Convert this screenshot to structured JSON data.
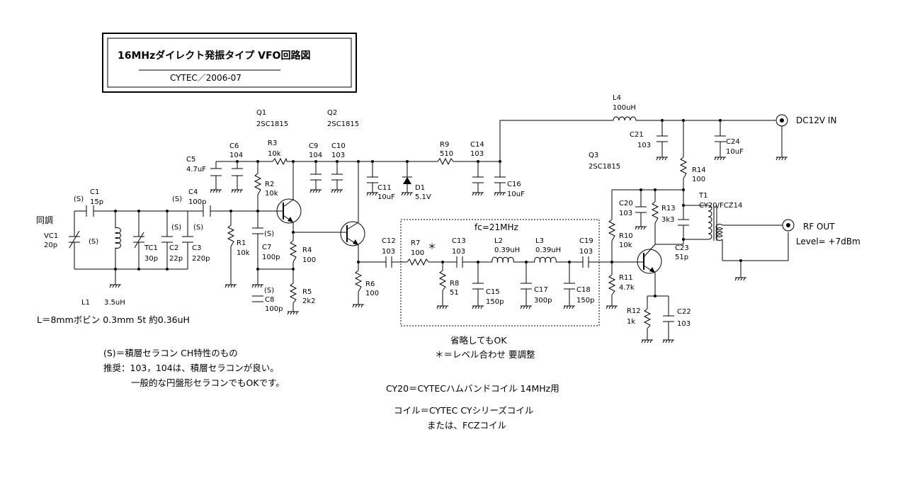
{
  "title": {
    "main": "16MHzダイレクト発振タイプ  VFO回路図",
    "sub": "CYTEC／2006-07"
  },
  "ports": {
    "tune": "同調",
    "dc_in": "DC12V IN",
    "rf_out": "RF OUT",
    "level": "Level= +7dBm"
  },
  "filter_box": {
    "fc": "fc=21MHz",
    "note1": "省略してもOK",
    "note2": "＊＝レベル合わせ  要調整",
    "asterisk": "＊"
  },
  "transistors": {
    "q1_name": "Q1",
    "q1_part": "2SC1815",
    "q2_name": "Q2",
    "q2_part": "2SC1815",
    "q3_name": "Q3",
    "q3_part": "2SC1815"
  },
  "components": {
    "C1": "C1",
    "C1v": "15p",
    "C2": "C2",
    "C2v": "22p",
    "C3": "C3",
    "C3v": "220p",
    "C4": "C4",
    "C4v": "100p",
    "C5": "C5",
    "C5v": "4.7uF",
    "C6": "C6",
    "C6v": "104",
    "C7": "C7",
    "C7v": "100p",
    "C8": "C8",
    "C8v": "100p",
    "C9": "C9",
    "C9v": "104",
    "C10": "C10",
    "C10v": "103",
    "C11": "C11",
    "C11v": "10uF",
    "C12": "C12",
    "C12v": "103",
    "C13": "C13",
    "C13v": "103",
    "C14": "C14",
    "C14v": "103",
    "C15": "C15",
    "C15v": "150p",
    "C16": "C16",
    "C16v": "10uF",
    "C17": "C17",
    "C17v": "300p",
    "C18": "C18",
    "C18v": "150p",
    "C19": "C19",
    "C19v": "103",
    "C20": "C20",
    "C20v": "103",
    "C21": "C21",
    "C21v": "103",
    "C22": "C22",
    "C22v": "103",
    "C23": "C23",
    "C23v": "51p",
    "C24": "C24",
    "C24v": "10uF",
    "R1": "R1",
    "R1v": "10k",
    "R2": "R2",
    "R2v": "10k",
    "R3": "R3",
    "R3v": "10k",
    "R4": "R4",
    "R4v": "100",
    "R5": "R5",
    "R5v": "2k2",
    "R6": "R6",
    "R6v": "100",
    "R7": "R7",
    "R7v": "100",
    "R8": "R8",
    "R8v": "51",
    "R9": "R9",
    "R9v": "510",
    "R10": "R10",
    "R10v": "10k",
    "R11": "R11",
    "R11v": "4.7k",
    "R12": "R12",
    "R12v": "1k",
    "R13": "R13",
    "R13v": "3k3",
    "R14": "R14",
    "R14v": "100",
    "L1": "L1",
    "L1v": "3.5uH",
    "L2": "L2",
    "L2v": "0.39uH",
    "L3": "L3",
    "L3v": "0.39uH",
    "L4": "L4",
    "L4v": "100uH",
    "VC1": "VC1",
    "VC1v": "20p",
    "TC1": "TC1",
    "TC1v": "30p",
    "D1": "D1",
    "D1v": "5.1V",
    "T1": "T1",
    "T1v": "CY20/FCZ14",
    "S": "(S)"
  },
  "notes": {
    "coil": "L＝8mmボビン  0.3mm  5t  約0.36uH",
    "s_def": "(S)＝積層セラコン  CH特性のもの",
    "rec1": "推奨：103，104は、積層セラコンが良い。",
    "rec2": "一般的な円盤形セラコンでもOKです。",
    "cy20": "CY20＝CYTECハムバンドコイル  14MHz用",
    "coil_series1": "コイル＝CYTEC  CYシリーズコイル",
    "coil_series2": "または、FCZコイル"
  }
}
